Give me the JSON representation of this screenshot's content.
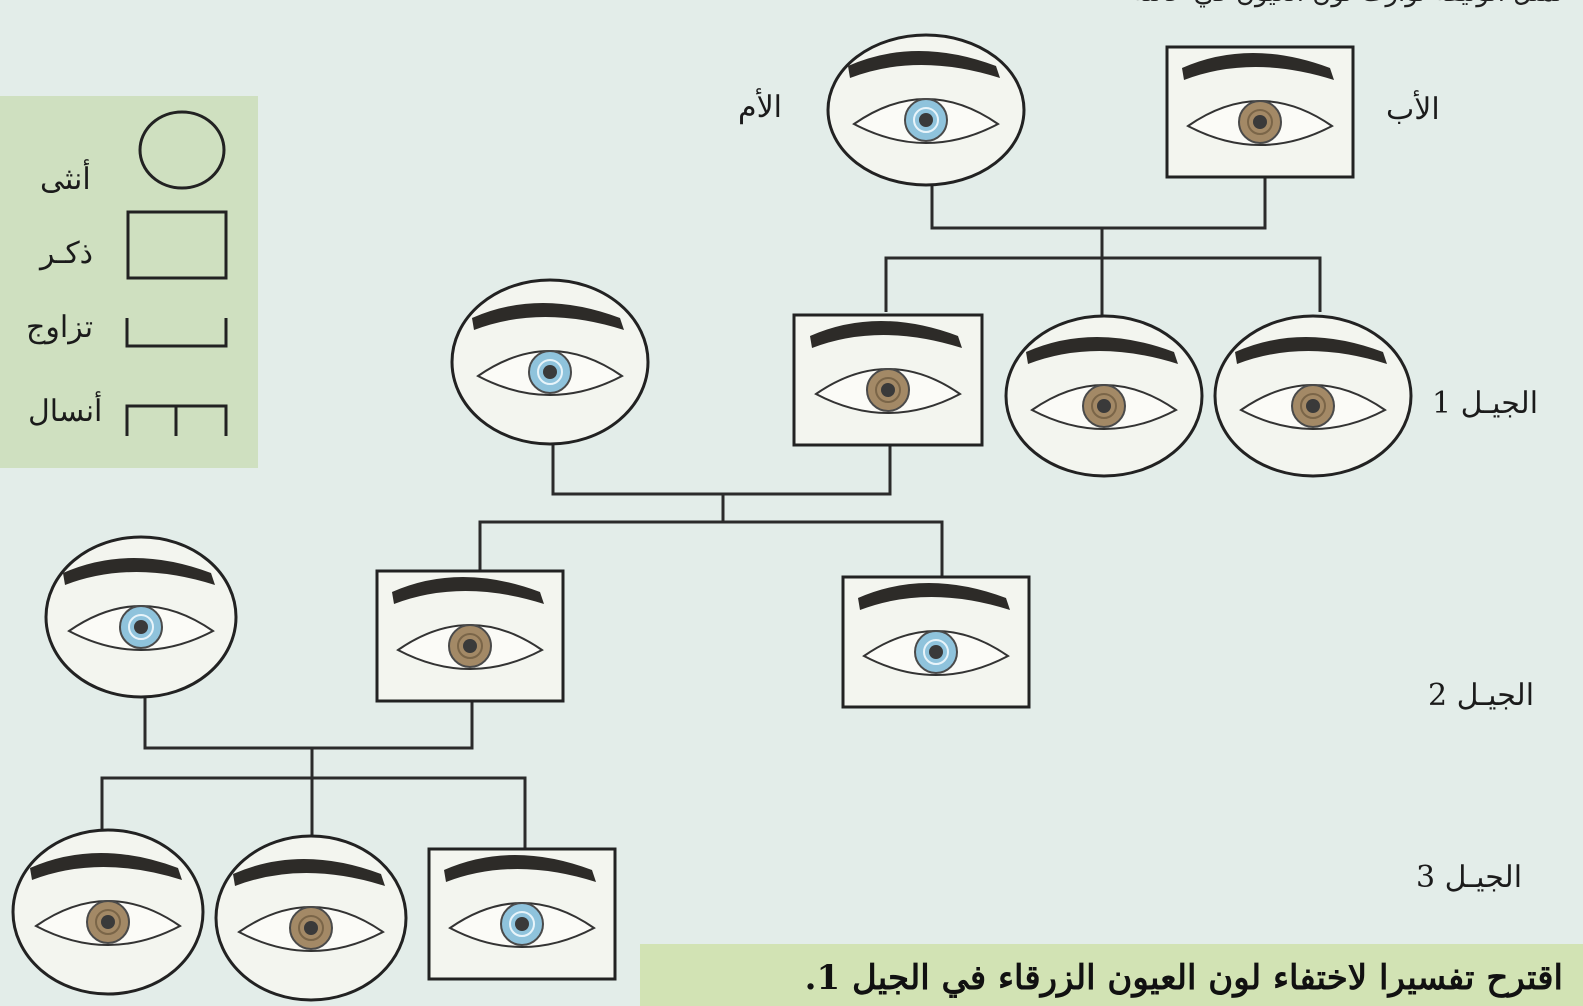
{
  "labels": {
    "mother": "الأم",
    "father": "الأب",
    "gen1": "الجيـل 1",
    "gen2": "الجيـل 2",
    "gen3": "الجيـل 3"
  },
  "legend": {
    "female": "أنثى",
    "male": "ذكـر",
    "marriage": "تزاوج",
    "offspring": "أنسال"
  },
  "caption": "اقترح تفسيرا لاختفاء لون العيون الزرقاء في الجيل 1.",
  "top_text": "تمثل الوثيقة توارث لون العيون في عائلة",
  "colors": {
    "blue_eye": "#8fc3dc",
    "brown_eye": "#a38966",
    "line": "#2b2b2b"
  },
  "pedigree": [
    {
      "id": "mother",
      "sex": "female",
      "eye": "blue",
      "generation": 0
    },
    {
      "id": "father",
      "sex": "male",
      "eye": "brown",
      "generation": 0
    },
    {
      "id": "g1-spouse",
      "sex": "female",
      "eye": "blue",
      "generation": 1
    },
    {
      "id": "g1-son",
      "sex": "male",
      "eye": "brown",
      "generation": 1
    },
    {
      "id": "g1-daughter-a",
      "sex": "female",
      "eye": "brown",
      "generation": 1
    },
    {
      "id": "g1-daughter-b",
      "sex": "female",
      "eye": "brown",
      "generation": 1
    },
    {
      "id": "g2-spouse",
      "sex": "female",
      "eye": "blue",
      "generation": 2
    },
    {
      "id": "g2-son-a",
      "sex": "male",
      "eye": "brown",
      "generation": 2
    },
    {
      "id": "g2-son-b",
      "sex": "male",
      "eye": "blue",
      "generation": 2
    },
    {
      "id": "g3-daughter-a",
      "sex": "female",
      "eye": "brown",
      "generation": 3
    },
    {
      "id": "g3-daughter-b",
      "sex": "female",
      "eye": "brown",
      "generation": 3
    },
    {
      "id": "g3-son",
      "sex": "male",
      "eye": "blue",
      "generation": 3
    }
  ]
}
